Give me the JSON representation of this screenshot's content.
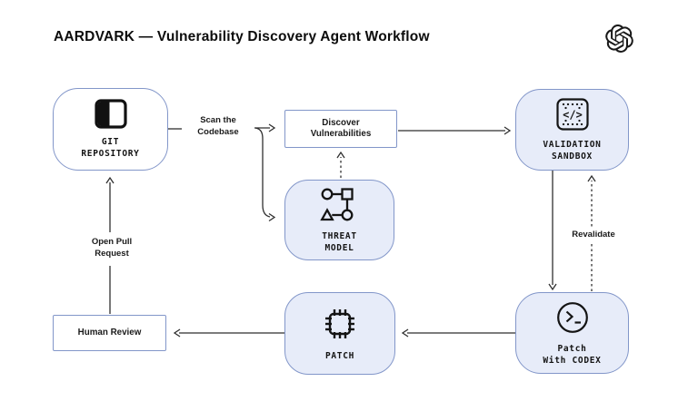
{
  "title": "AARDVARK — Vulnerability Discovery Agent Workflow",
  "logo": "openai-logo",
  "colors": {
    "background": "#ffffff",
    "node_fill": "#e7ecf9",
    "node_border": "#8296c9",
    "connector": "#2f2f2f",
    "text": "#141414"
  },
  "nodes": {
    "git_repository": {
      "line1": "GIT",
      "line2": "REPOSITORY",
      "icon": "repo-icon"
    },
    "discover_vulnerabilities": {
      "line1": "Discover",
      "line2": "Vulnerabilities"
    },
    "validation_sandbox": {
      "line1": "VALIDATION",
      "line2": "SANDBOX",
      "icon": "code-sandbox-icon"
    },
    "threat_model": {
      "line1": "THREAT",
      "line2": "MODEL",
      "icon": "threat-model-icon"
    },
    "patch": {
      "line1": "PATCH",
      "icon": "chip-icon"
    },
    "patch_with_codex": {
      "line1": "Patch",
      "line2": "With CODEX",
      "icon": "terminal-icon"
    },
    "human_review": {
      "line1": "Human Review"
    }
  },
  "edge_labels": {
    "scan_codebase": {
      "line1": "Scan the",
      "line2": "Codebase"
    },
    "open_pull_request": {
      "line1": "Open Pull",
      "line2": "Request"
    },
    "revalidate": {
      "line1": "Revalidate"
    }
  }
}
